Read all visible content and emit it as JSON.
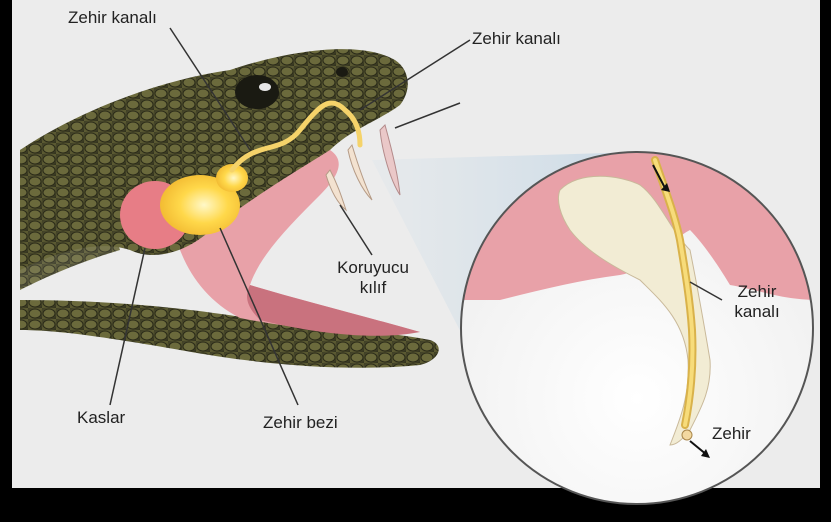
{
  "labels": {
    "duct_top_left": "Zehir kanalı",
    "duct_top_right": "Zehir kanalı",
    "sheath_line1": "Koruyucu",
    "sheath_line2": "kılıf",
    "muscles": "Kaslar",
    "venom_gland": "Zehir bezi",
    "inset_duct_line1": "Zehir",
    "inset_duct_line2": "kanalı",
    "venom": "Zehir"
  },
  "colors": {
    "background": "#ececec",
    "frame": "#000000",
    "snake_scales": "#4e4f2c",
    "mouth_flesh": "#e8a1a8",
    "venom_duct": "#f5d36a",
    "venom_gland": "#ffd84a",
    "muscle": "#e77d86",
    "inset_border": "#555555",
    "leader_lines": "#333333"
  }
}
